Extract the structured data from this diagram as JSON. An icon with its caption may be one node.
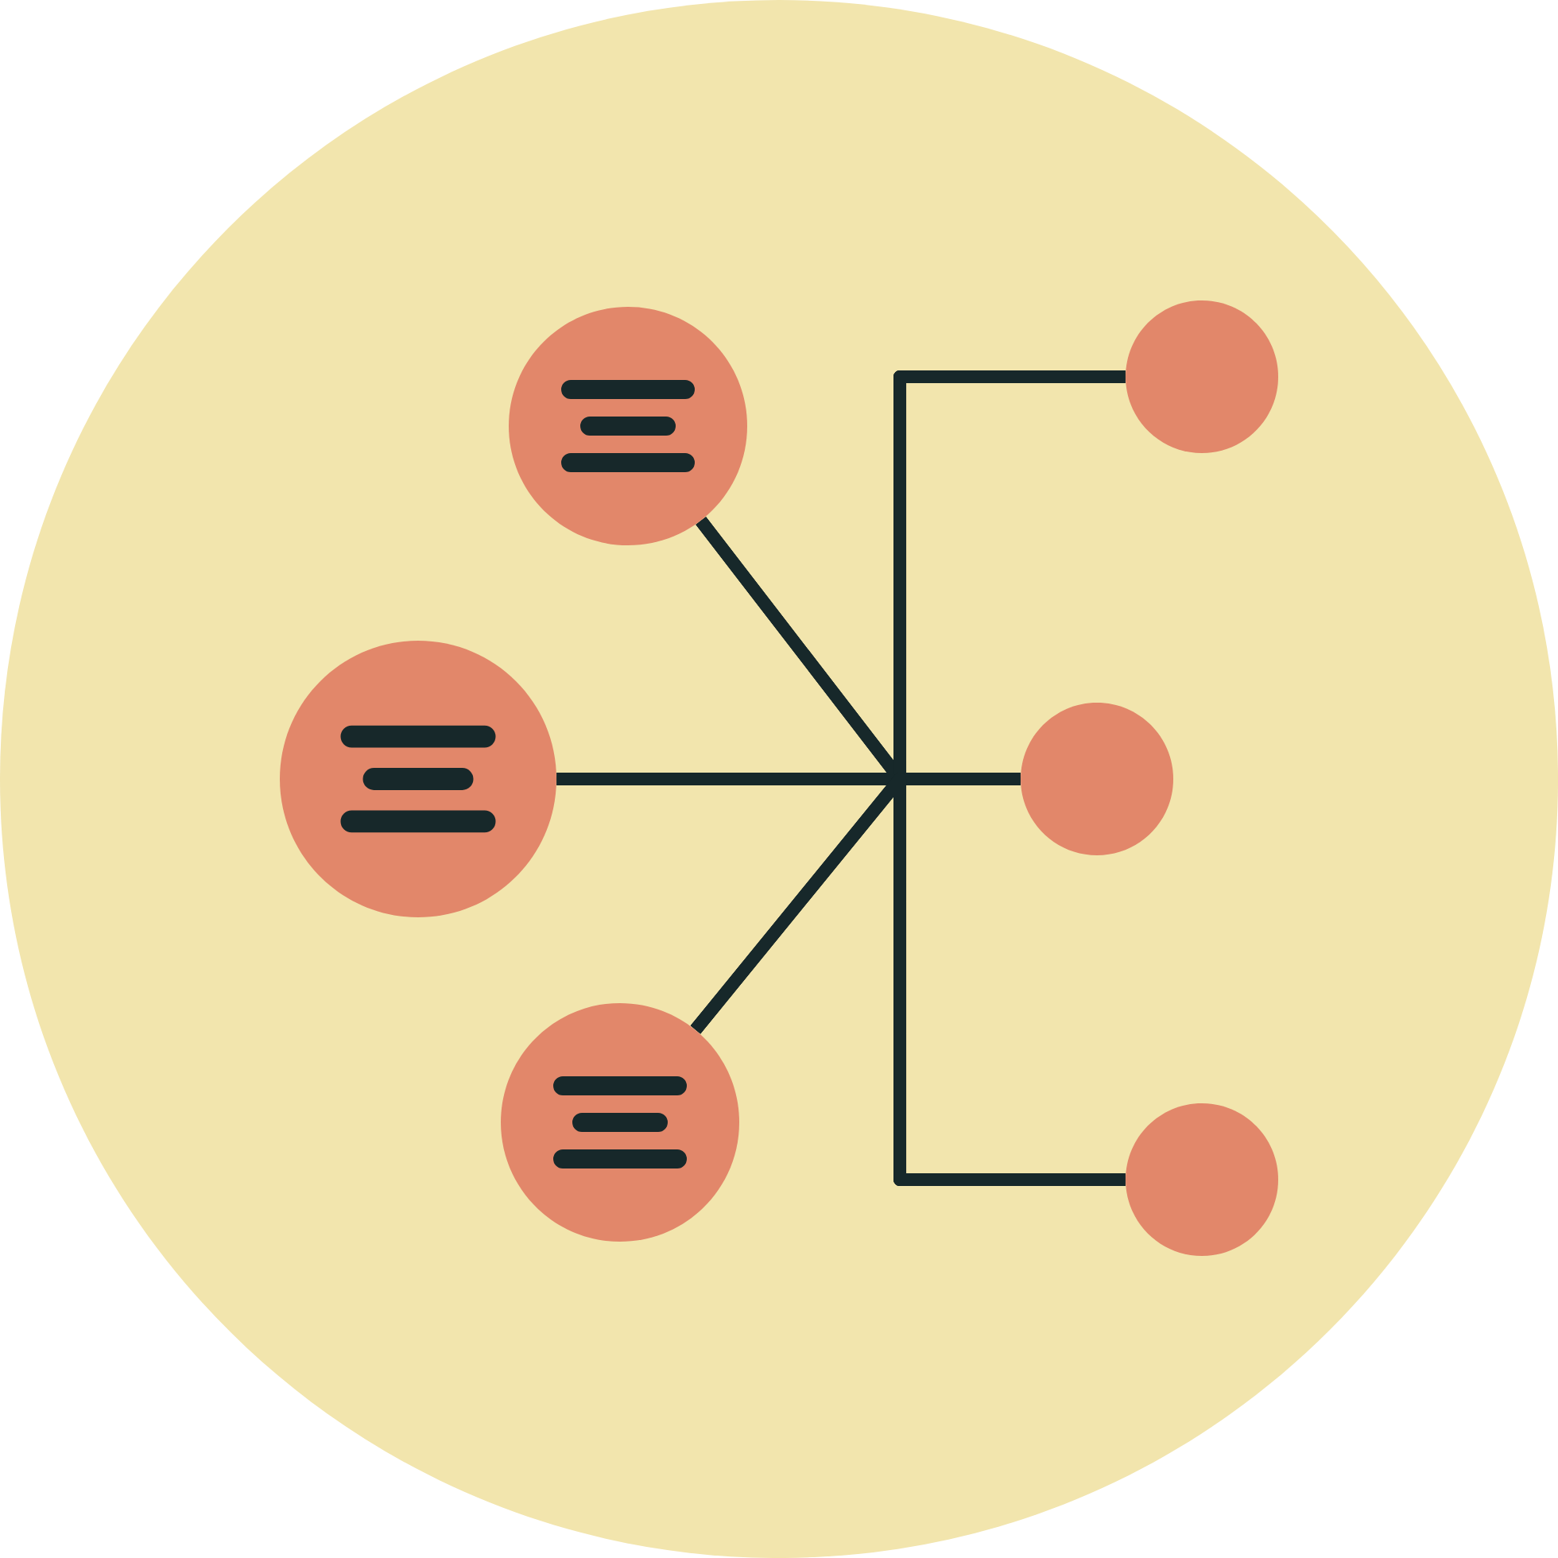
{
  "diagram": {
    "nodes": [
      {
        "text": [],
        "shape": "circle"
      },
      {
        "text": [],
        "shape": "circle"
      },
      {
        "text": [],
        "shape": "circle"
      },
      {
        "text": [],
        "shape": "circle"
      },
      {
        "text": [],
        "shape": "circle"
      },
      {
        "text": [],
        "shape": "circle"
      }
    ],
    "edges": [
      {
        "from": 0,
        "to": 3,
        "arrow": "none"
      },
      {
        "from": 0,
        "to": 4,
        "arrow": "none"
      },
      {
        "from": 0,
        "to": 5,
        "arrow": "none"
      },
      {
        "from": 1,
        "to": 3,
        "arrow": "none"
      },
      {
        "from": 1,
        "to": 4,
        "arrow": "none"
      },
      {
        "from": 1,
        "to": 5,
        "arrow": "none"
      },
      {
        "from": 2,
        "to": 3,
        "arrow": "none"
      },
      {
        "from": 2,
        "to": 4,
        "arrow": "none"
      },
      {
        "from": 2,
        "to": 5,
        "arrow": "none"
      }
    ]
  }
}
